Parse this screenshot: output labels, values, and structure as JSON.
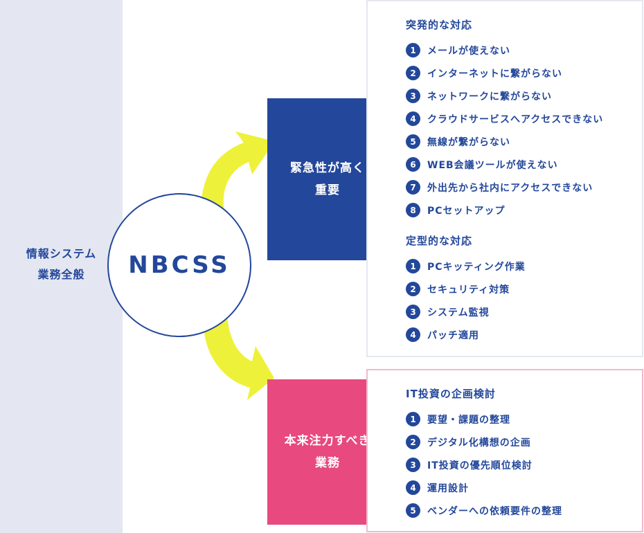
{
  "left_label": [
    "情報システム",
    "業務全般"
  ],
  "center": "NBCSS",
  "urgent_box": [
    "緊急性が高く",
    "重要"
  ],
  "core_box": [
    "本来注力すべき",
    "業務"
  ],
  "urgent_groups": [
    {
      "title": "突発的な対応",
      "items": [
        {
          "num": "1",
          "text": "メールが使えない"
        },
        {
          "num": "2",
          "text": "インターネットに繋がらない"
        },
        {
          "num": "3",
          "text": "ネットワークに繋がらない"
        },
        {
          "num": "4",
          "text": "クラウドサービスへアクセスできない"
        },
        {
          "num": "5",
          "text": "無線が繋がらない"
        },
        {
          "num": "6",
          "text": "WEB会議ツールが使えない"
        },
        {
          "num": "7",
          "text": "外出先から社内にアクセスできない"
        },
        {
          "num": "8",
          "text": "PCセットアップ"
        }
      ]
    },
    {
      "title": "定型的な対応",
      "items": [
        {
          "num": "1",
          "text": "PCキッティング作業"
        },
        {
          "num": "2",
          "text": "セキュリティ対策"
        },
        {
          "num": "3",
          "text": "システム監視"
        },
        {
          "num": "4",
          "text": "パッチ適用"
        }
      ]
    }
  ],
  "core_group": {
    "title": "IT投資の企画検討",
    "items": [
      {
        "num": "1",
        "text": "要望・課題の整理"
      },
      {
        "num": "2",
        "text": "デジタル化構想の企画"
      },
      {
        "num": "3",
        "text": "IT投資の優先順位検討"
      },
      {
        "num": "4",
        "text": "運用設計"
      },
      {
        "num": "5",
        "text": "ベンダーへの依頼要件の整理"
      }
    ]
  },
  "colors": {
    "navy": "#23479a",
    "pink": "#e8497e",
    "arrow": "#eef13a",
    "panel_bg": "#e4e7f1"
  }
}
